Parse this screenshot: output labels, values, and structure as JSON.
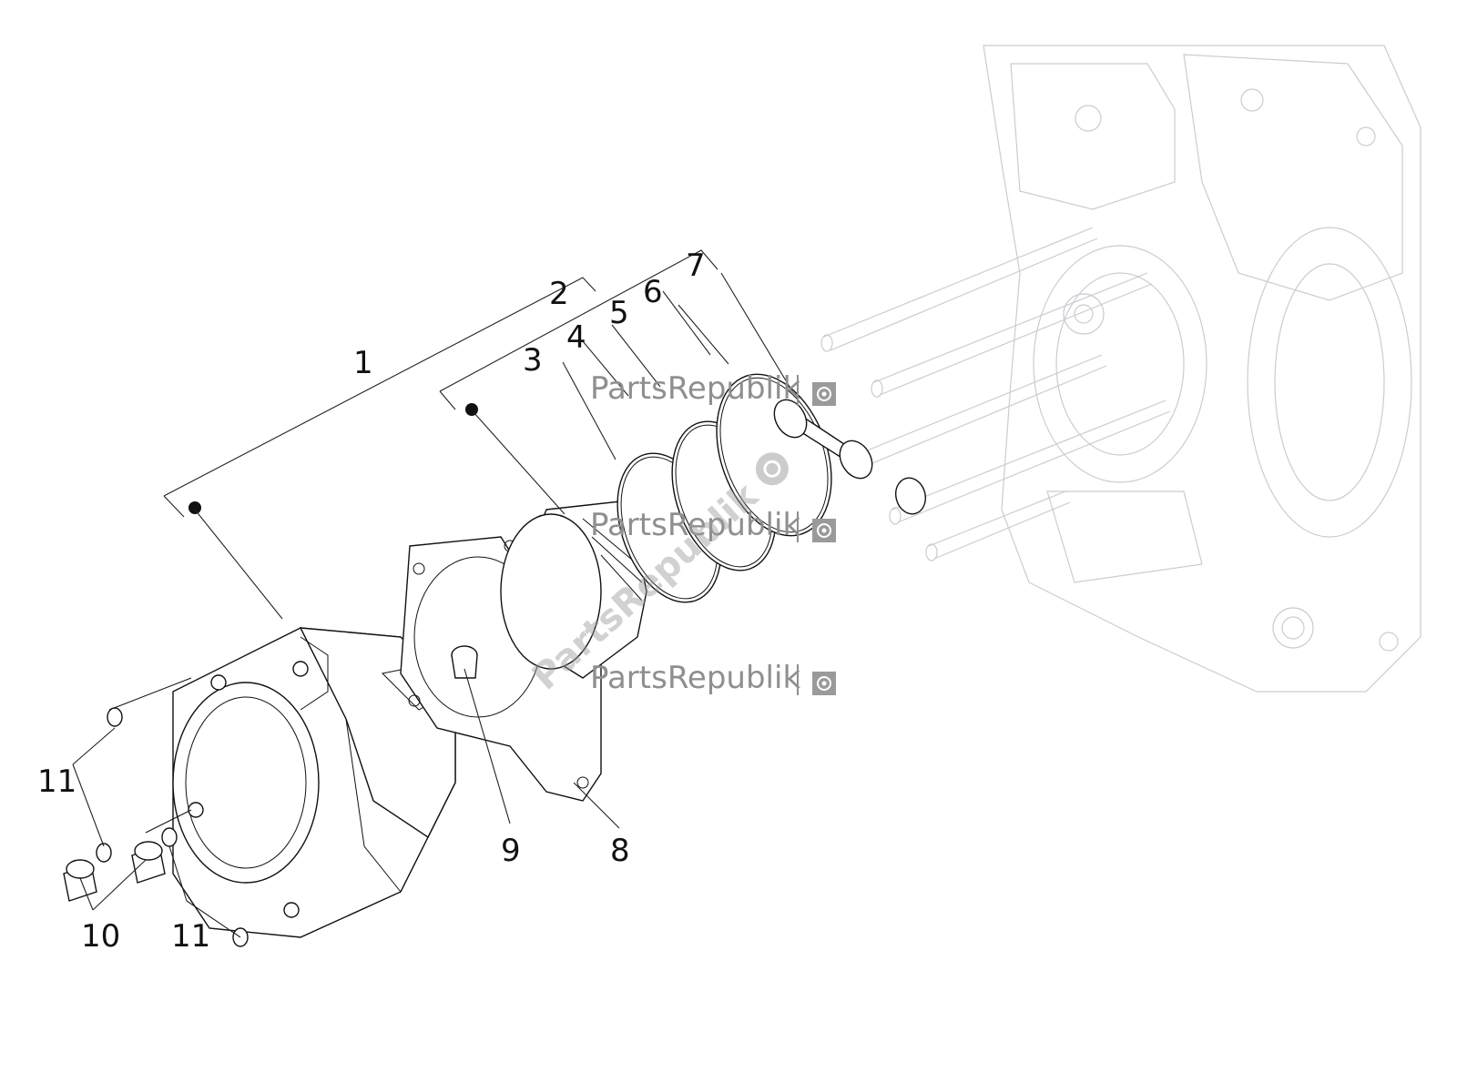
{
  "callouts": {
    "c1": "1",
    "c2": "2",
    "c3": "3",
    "c4": "4",
    "c5": "5",
    "c6": "6",
    "c7": "7",
    "c8": "8",
    "c9": "9",
    "c10": "10",
    "c11a": "11",
    "c11b": "11"
  },
  "watermark": {
    "text": "PartsRepublik",
    "icon": "gear-icon",
    "color": "#8f8f8f"
  },
  "colors": {
    "line": "#111111",
    "ghost": "#c9ccd2"
  }
}
